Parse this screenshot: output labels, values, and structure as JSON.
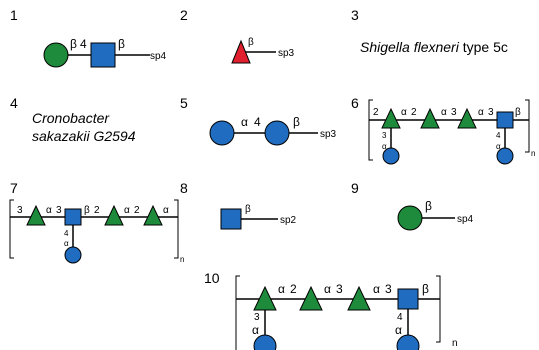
{
  "colors": {
    "green": "#1e8a3b",
    "blue": "#1f6cc0",
    "red": "#e0202e",
    "line": "#000000"
  },
  "panels": [
    {
      "id": "1",
      "number": "1",
      "link": "4",
      "anomer1": "β",
      "anomer2": "β",
      "spacer": "sp4"
    },
    {
      "id": "2",
      "number": "2",
      "anomer": "β",
      "spacer": "sp3"
    },
    {
      "id": "3",
      "number": "3",
      "text_italic": "Shigella flexneri",
      "text_plain": " type 5c"
    },
    {
      "id": "4",
      "number": "4",
      "line1": "Cronobacter",
      "line2": "sakazakii G2594"
    },
    {
      "id": "5",
      "number": "5",
      "anomer1": "α",
      "link": "4",
      "anomer2": "β",
      "spacer": "sp3"
    },
    {
      "id": "6",
      "number": "6",
      "labels": [
        "2",
        "α",
        "2",
        "α",
        "3",
        "α",
        "3",
        "β",
        "3",
        "α",
        "4",
        "α",
        "n"
      ]
    },
    {
      "id": "7",
      "number": "7",
      "labels": [
        "3",
        "α",
        "3",
        "β",
        "2",
        "α",
        "2",
        "α",
        "4",
        "α",
        "n"
      ]
    },
    {
      "id": "8",
      "number": "8",
      "anomer": "β",
      "spacer": "sp2"
    },
    {
      "id": "9",
      "number": "9",
      "anomer": "β",
      "spacer": "sp4"
    },
    {
      "id": "10",
      "number": "10",
      "labels": [
        "α",
        "2",
        "α",
        "3",
        "α",
        "3",
        "β",
        "3",
        "α",
        "4",
        "α",
        "n"
      ]
    }
  ]
}
